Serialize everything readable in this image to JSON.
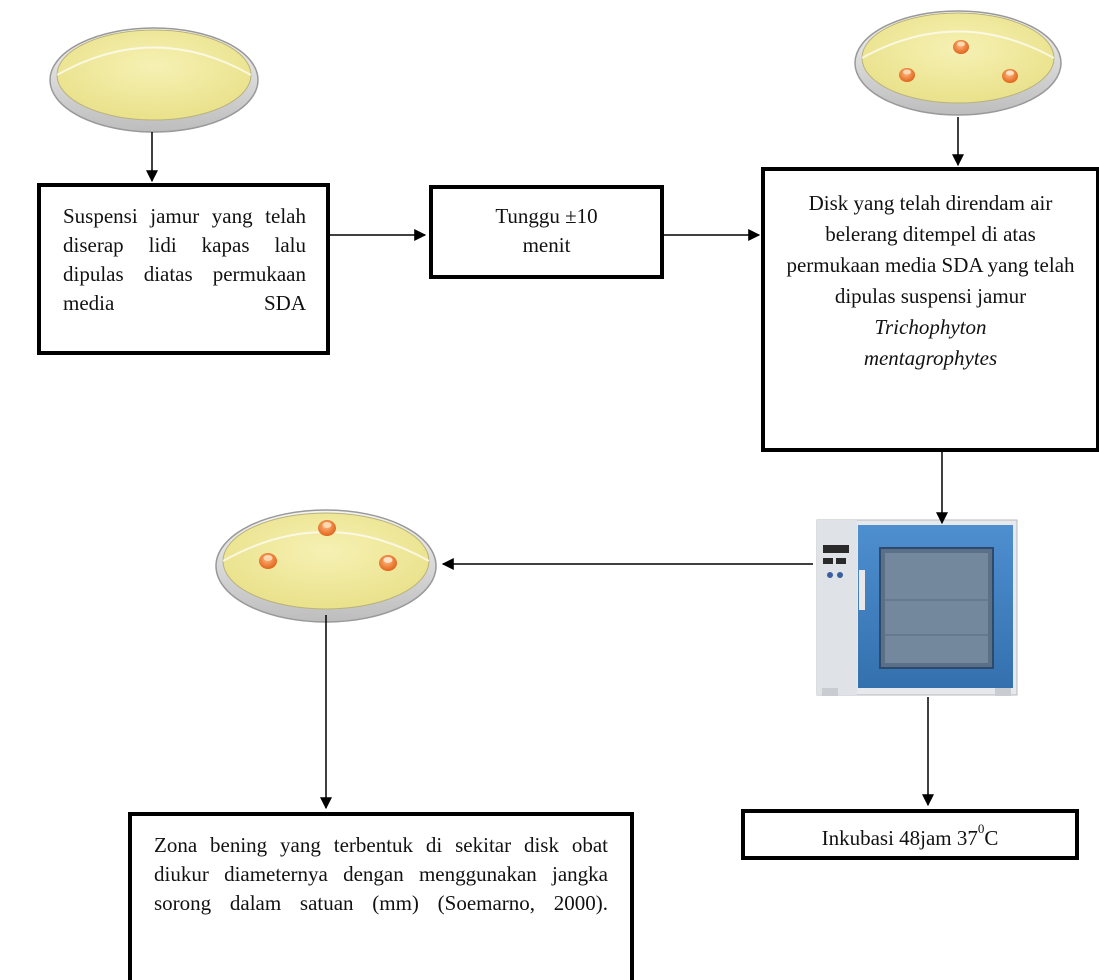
{
  "steps": {
    "step1": "Suspensi jamur yang telah diserap lidi kapas lalu dipulas diatas permukaan media SDA",
    "step2": "Tunggu ±10 menit",
    "step3_text": "Disk yang telah direndam air belerang ditempel di atas permukaan media SDA yang telah dipulas suspensi jamur",
    "step3_species_genus": "Trichophyton",
    "step3_species_epithet": "mentagrophytes",
    "step4_prefix": "Inkubasi 48jam 37",
    "step4_sup": "0",
    "step4_suffix": "C",
    "step5": "Zona bening yang terbentuk di sekitar disk obat diukur diameternya dengan menggunakan jangka sorong dalam satuan (mm) (Soemarno, 2000)."
  },
  "colors": {
    "agar": "#f1eba0",
    "dish_rim": "#c8c8c8",
    "disk": "#ef7a2c",
    "incubator_body": "#3f7fc0",
    "incubator_frame": "#e3e6ea"
  }
}
